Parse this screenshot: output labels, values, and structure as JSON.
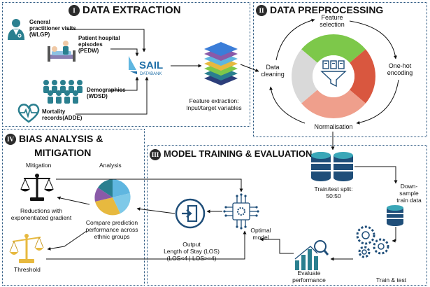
{
  "colors": {
    "border": "#1f4e79",
    "teal": "#2a7f8f",
    "navy": "#1f4e79",
    "green": "#7dc84a",
    "red": "#d9573f",
    "salmon": "#ef9f8c",
    "grey": "#d9d9d9",
    "gold": "#e7b93f"
  },
  "panel1": {
    "badge": "I",
    "title": "DATA EXTRACTION",
    "sources": [
      {
        "line1": "General",
        "line2": "practitioner visits",
        "code": "(WLGP)"
      },
      {
        "line1": "Patient hospital",
        "line2": "episodes",
        "code": "(PEDW)"
      },
      {
        "line1": "Demographics",
        "line2": "",
        "code": "(WDSD)"
      },
      {
        "line1": "Mortality",
        "line2": "records",
        "code": "(ADDE)"
      }
    ],
    "sail_name": "SAIL",
    "sail_sub": "DATABANK",
    "feature_line1": "Feature extraction:",
    "feature_line2": "Input/target variables"
  },
  "panel2": {
    "badge": "II",
    "title": "DATA PREPROCESSING",
    "feature_sel_1": "Feature",
    "feature_sel_2": "selection",
    "onehot_1": "One-hot",
    "onehot_2": "encoding",
    "cleaning_1": "Data",
    "cleaning_2": "cleaning",
    "normalisation": "Normalisation"
  },
  "panel3": {
    "badge": "III",
    "title": "MODEL TRAINING & EVALUATION",
    "split_1": "Train/test split:",
    "split_2": "50:50",
    "down_1": "Down-",
    "down_2": "sample",
    "down_3": "train data",
    "optimal_1": "Optimal",
    "optimal_2": "model",
    "output_1": "Output",
    "output_2": "Length of Stay (LOS)",
    "output_3": "(LOS<4 | LOS>=4)",
    "evaluate_1": "Evaluate",
    "evaluate_2": "performance",
    "train_test": "Train & test"
  },
  "panel4": {
    "badge": "IV",
    "title_1": "BIAS ANALYSIS &",
    "title_2": "MITIGATION",
    "mitigation": "Mitigation",
    "analysis": "Analysis",
    "reductions_1": "Reductions with",
    "reductions_2": "exponentiated gradient",
    "compare_1": "Compare prediction",
    "compare_2": "performance across",
    "compare_3": "ethnic groups",
    "threshold": "Threshold"
  }
}
